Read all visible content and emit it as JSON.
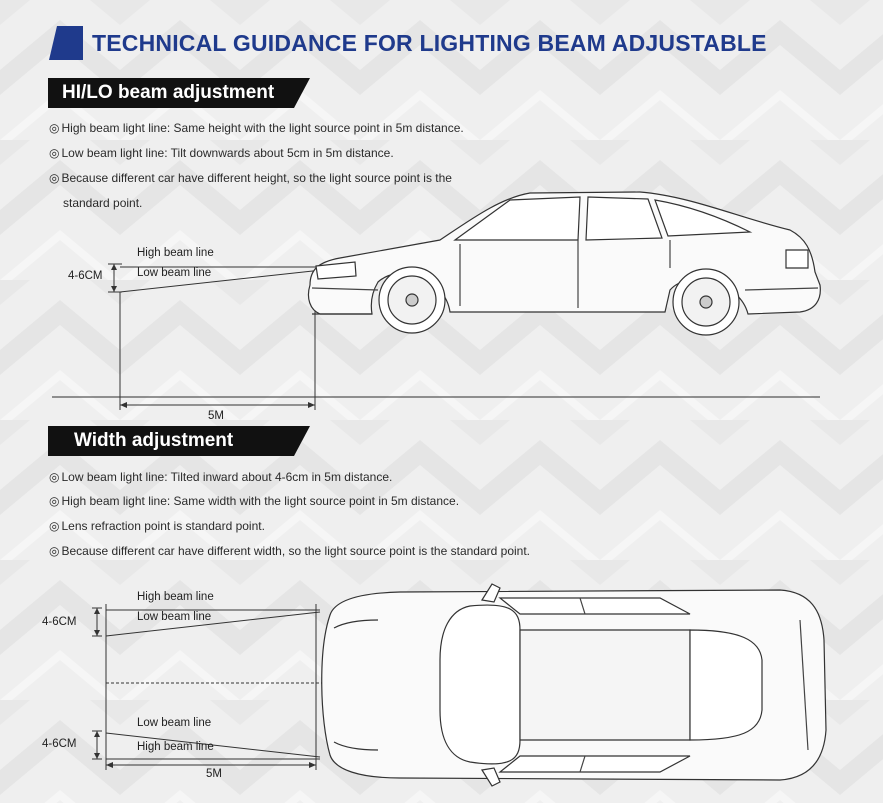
{
  "title": "TECHNICAL GUIDANCE FOR LIGHTING BEAM ADJUSTABLE",
  "accent_color": "#1f3a8c",
  "bullet_mark": "◎",
  "sections": [
    {
      "heading": "HI/LO beam adjustment",
      "bullets": [
        "High beam light line: Same height with the light source point in 5m distance.",
        "Low beam light line: Tilt downwards about 5cm in 5m distance.",
        "Because different car have different height, so the light source point is the"
      ],
      "continuation": "standard point.",
      "diagram": {
        "high_beam_label": "High beam line",
        "low_beam_label": "Low beam line",
        "height_label": "4-6CM",
        "distance_label": "5M"
      }
    },
    {
      "heading": "Width adjustment",
      "bullets": [
        "Low beam light line: Tilted inward about 4-6cm in 5m distance.",
        "High beam light line: Same width with the light source point in 5m distance.",
        "Lens refraction point is standard point.",
        "Because different car have different width, so the light source point is the standard point."
      ],
      "diagram": {
        "top_high_label": "High beam line",
        "top_low_label": "Low beam line",
        "bottom_low_label": "Low beam line",
        "bottom_high_label": "High beam line",
        "top_width_label": "4-6CM",
        "bottom_width_label": "4-6CM",
        "distance_label": "5M"
      }
    }
  ]
}
